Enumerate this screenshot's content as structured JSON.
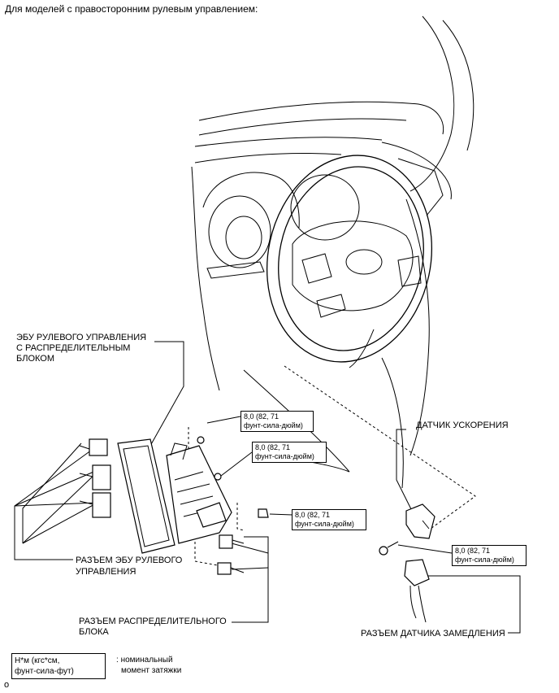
{
  "header": {
    "title": "Для моделей с правосторонним рулевым управлением:"
  },
  "labels": {
    "ecu": [
      "ЭБУ РУЛЕВОГО УПРАВЛЕНИЯ",
      "С РАСПРЕДЕЛИТЕЛЬНЫМ",
      "БЛОКОМ"
    ],
    "accel_sensor": "ДАТЧИК УСКОРЕНИЯ",
    "ecu_connector": [
      "РАЗЪЕМ ЭБУ РУЛЕВОГО",
      "УПРАВЛЕНИЯ"
    ],
    "junction_connector": [
      "РАЗЪЕМ РАСПРЕДЕЛИТЕЛЬНОГО",
      "БЛОКА"
    ],
    "decel_connector": "РАЗЪЕМ ДАТЧИКА ЗАМЕДЛЕНИЯ"
  },
  "torque": {
    "t1": [
      "8,0 (82, 71",
      "фунт-сила-дюйм)"
    ],
    "t2": [
      "8,0 (82, 71",
      "фунт-сила-дюйм)"
    ],
    "t3": [
      "8,0 (82, 71",
      "фунт-сила-дюйм)"
    ],
    "t4": [
      "8,0 (82, 71",
      "фунт-сила-дюйм)"
    ]
  },
  "legend": {
    "units": [
      "Н*м (кгс*см,",
      "фунт-сила-фут)"
    ],
    "meaning": [
      "номинальный",
      "момент затяжки"
    ],
    "separator": ":"
  },
  "footer": {
    "corner_mark": "o"
  }
}
